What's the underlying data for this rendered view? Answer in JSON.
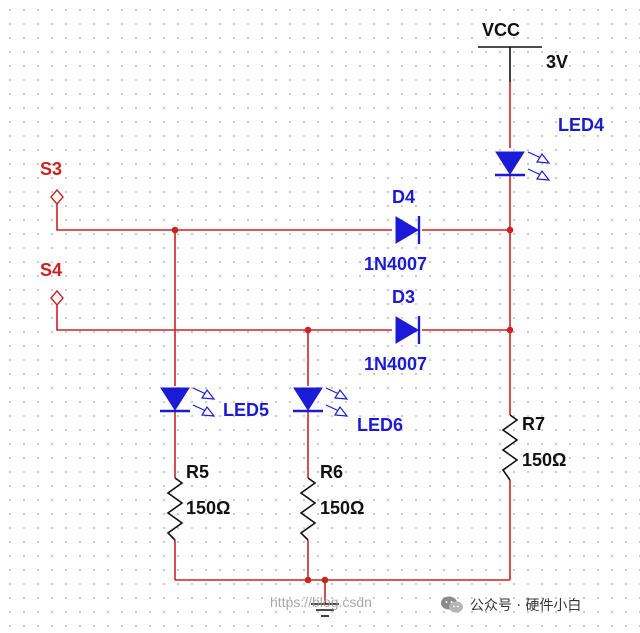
{
  "labels": {
    "vcc": "VCC",
    "vcc_value": "3V",
    "s3": "S3",
    "s4": "S4",
    "d4": "D4",
    "d4_part": "1N4007",
    "d3": "D3",
    "d3_part": "1N4007",
    "led4": "LED4",
    "led5": "LED5",
    "led6": "LED6",
    "r5": "R5",
    "r5_value": "150Ω",
    "r6": "R6",
    "r6_value": "150Ω",
    "r7": "R7",
    "r7_value": "150Ω"
  },
  "watermark": {
    "url_text": "https://blog.csdn",
    "channel_text": "公众号 · 硬件小白"
  },
  "colors": {
    "wire": "#cc2222",
    "component": "#1b1bd6",
    "resistor": "#111111",
    "grid_dot": "#c4c4c4"
  }
}
